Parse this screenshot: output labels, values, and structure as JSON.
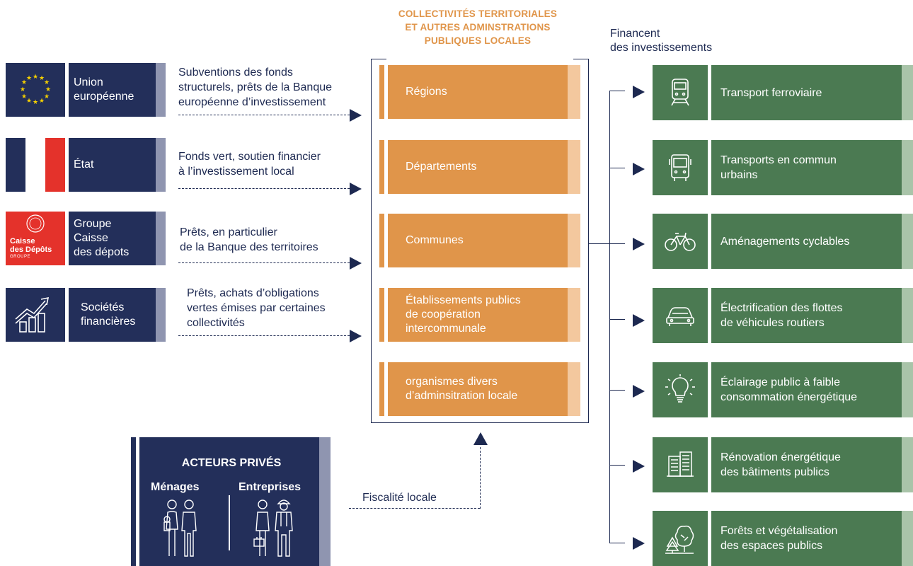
{
  "center_title": [
    "COLLECTIVITÉS TERRITORIALES",
    "ET AUTRES ADMINSTRATIONS",
    "PUBLIQUES LOCALES"
  ],
  "finance_label": [
    "Financent",
    "des investissements"
  ],
  "funders": [
    {
      "label": [
        "Union",
        "européenne"
      ],
      "logo": "eu-flag",
      "flow": [
        "Subventions des fonds",
        "structurels, prêts de la Banque",
        "européenne d’investissement"
      ]
    },
    {
      "label": [
        "État"
      ],
      "logo": "french-flag",
      "flow": [
        "Fonds vert, soutien financier",
        "à l’investissement local"
      ]
    },
    {
      "label": [
        "Groupe",
        "Caisse",
        "des dépots"
      ],
      "logo": "caisse-des-depots-logo",
      "logo_text": [
        "Caisse",
        "des Dépôts",
        "GROUPE"
      ],
      "flow": [
        "Prêts, en particulier",
        "de la Banque des territoires"
      ]
    },
    {
      "label": [
        "Sociétés",
        "financières"
      ],
      "logo": "growth-chart-icon",
      "flow": [
        "Prêts, achats d’obligations",
        "vertes émises par certaines",
        "collectivités"
      ]
    }
  ],
  "local_admins": [
    {
      "label": [
        "Régions"
      ]
    },
    {
      "label": [
        "Départements"
      ]
    },
    {
      "label": [
        "Communes"
      ]
    },
    {
      "label": [
        "Établissements publics",
        "de coopération",
        "intercommunale"
      ]
    },
    {
      "label": [
        "organismes divers",
        "d’adminsitration locale"
      ]
    }
  ],
  "investments": [
    {
      "label": [
        "Transport ferroviaire"
      ],
      "icon": "train-icon"
    },
    {
      "label": [
        "Transports en commun",
        "urbains"
      ],
      "icon": "bus-icon"
    },
    {
      "label": [
        "Aménagements cyclables"
      ],
      "icon": "bicycle-icon"
    },
    {
      "label": [
        "Électrification des flottes",
        "de véhicules routiers"
      ],
      "icon": "car-icon"
    },
    {
      "label": [
        "Éclairage public à faible",
        "consommation énergétique"
      ],
      "icon": "lightbulb-icon"
    },
    {
      "label": [
        "Rénovation énergétique",
        "des bâtiments publics"
      ],
      "icon": "building-icon"
    },
    {
      "label": [
        "Forêts et végétalisation",
        "des espaces publics"
      ],
      "icon": "trees-icon"
    }
  ],
  "private_actors": {
    "title": "ACTEURS PRIVÉS",
    "households": "Ménages",
    "companies": "Entreprises",
    "flow": "Fiscalité locale"
  },
  "colors": {
    "navy": "#232f5a",
    "orange": "#e0954a",
    "green": "#4b7a52",
    "red": "#e4322b"
  }
}
